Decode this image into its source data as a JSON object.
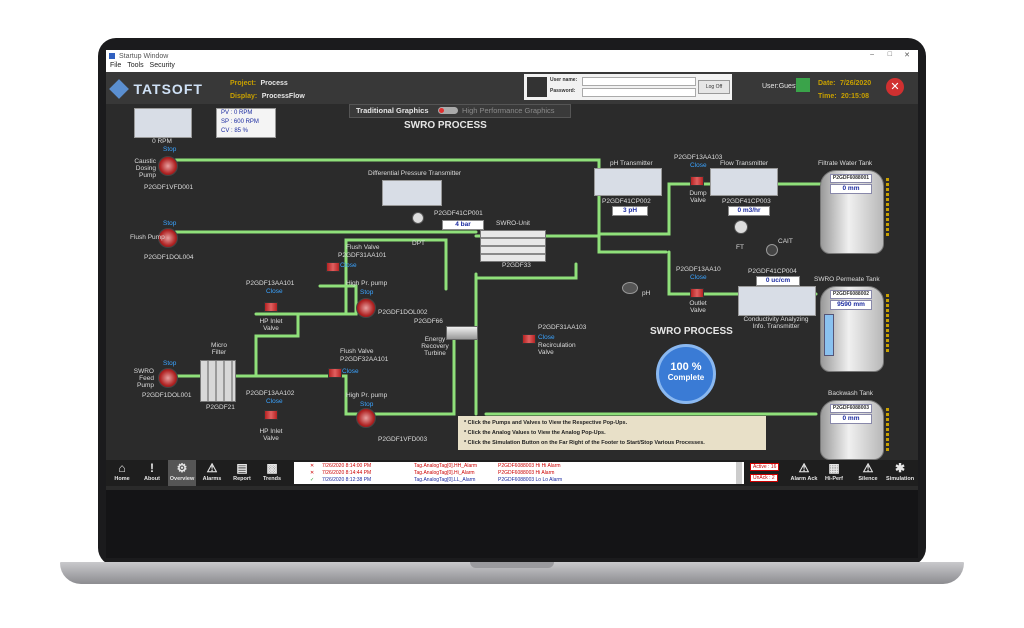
{
  "window": {
    "title": "Startup Window"
  },
  "menu": [
    "File",
    "Tools",
    "Security"
  ],
  "header": {
    "logo": "TATSOFT",
    "project_label": "Project:",
    "project_value": "Process",
    "display_label": "Display:",
    "display_value": "ProcessFlow",
    "user_name_label": "User name:",
    "password_label": "Password:",
    "logoff": "Log Off",
    "user": "User:Guest",
    "date_label": "Date:",
    "date_value": "7/26/2020",
    "time_label": "Time:",
    "time_value": "20:15:08"
  },
  "readout": {
    "rpm": "0 RPM",
    "pv": "PV : 0 RPM",
    "sp": "SP : 600 RPM",
    "cv": "CV : 85 %"
  },
  "toggle": {
    "left": "Traditional Graphics",
    "right": "High Performance Graphics"
  },
  "titles": {
    "process": "SWRO PROCESS",
    "process2": "SWRO PROCESS"
  },
  "pumps": {
    "caustic": {
      "status": "Stop",
      "name": "Caustic Dosing Pump",
      "tag": "P2GDF1VFD001"
    },
    "flush": {
      "status": "Stop",
      "name": "Flush Pump",
      "tag": "P2GDF1DOL004"
    },
    "feed": {
      "status": "Stop",
      "name": "SWRO Feed Pump",
      "tag": "P2GDF1DOL001"
    },
    "hp1": {
      "status": "Stop",
      "name": "High Pr. pump",
      "tag": "P2GDF1DOL002"
    },
    "hp2": {
      "status": "Stop",
      "name": "High Pr. pump",
      "tag": "P2GDF1VFD003"
    }
  },
  "valves": {
    "flush1": {
      "name": "Flush Valve",
      "tag": "P2GDF31AA101",
      "status": "Close"
    },
    "flush2": {
      "name": "Flush Valve",
      "tag": "P2GDF32AA101",
      "status": "Close"
    },
    "hpin1": {
      "name": "HP Inlet Valve",
      "tag": "P2GDF13AA101",
      "status": "Close"
    },
    "hpin2": {
      "name": "HP Inlet Valve",
      "tag": "P2GDF13AA102",
      "status": "Close"
    },
    "recirc": {
      "name": "Recirculation Valve",
      "tag": "P2GDF31AA103",
      "status": "Close"
    },
    "dump": {
      "name": "Dump Valve",
      "tag": "P2GDF13AA103",
      "status": "Close"
    },
    "outlet": {
      "name": "Outlet Valve",
      "tag": "P2GDF13AA10",
      "status": "Close"
    }
  },
  "instruments": {
    "micro_filter": "Micro Filter",
    "micro_tag": "P2GDF21",
    "dpt_title": "Differential Pressure Transmitter",
    "dpt_tag": "P2GDF41CP001",
    "dpt_value": "4 bar",
    "dpt": "DPT",
    "swro_unit": "SWRO-Unit",
    "swro_tag": "P2GDF33",
    "erd_tag": "P2GDF66",
    "erd": "Energy Recovery Turbine",
    "ph_title": "pH Transmitter",
    "ph_tag": "P2GDF41CP002",
    "ph_value": "3 pH",
    "ph": "pH",
    "flow_title": "Flow Transmitter",
    "flow_tag": "P2GDF41CP003",
    "flow_value": "0 m3/hr",
    "ft": "FT",
    "cait": "CAIT",
    "cond_tag": "P2GDF41CP004",
    "cond_value": "0 uc/cm",
    "cond_title": "Conductivity Analyzing Info. Transmitter"
  },
  "tanks": {
    "filtrate": {
      "title": "Filtrate Water Tank",
      "tag": "P2GDF6088001",
      "value": "0 mm"
    },
    "permeate": {
      "title": "SWRO Permeate Tank",
      "tag": "P2GDF6088002",
      "value": "9590 mm"
    },
    "backwash": {
      "title": "Backwash Tank",
      "tag": "P2GDF6088003",
      "value": "0 mm"
    }
  },
  "complete": {
    "percent": "100 %",
    "label": "Complete",
    "progress": 100
  },
  "notes": [
    "* Click the Pumps and Valves to View the Respective Pop-Ups.",
    "* Click the Analog Values to View the Analog Pop-Ups.",
    "* Click the Simulation Button on the Far Right of the Footer to Start/Stop Various Processes."
  ],
  "footer": {
    "buttons": [
      "Home",
      "About",
      "Overview",
      "Alarms",
      "Report",
      "Trends"
    ],
    "right_buttons": [
      "Alarm Ack",
      "Hi-Perf",
      "Silence",
      "Simulation"
    ],
    "alarms": [
      {
        "time": "7/26/2020 8:14:00 PM",
        "tag": "Tag.AnalogTag[0].HH_Alarm",
        "msg": "P2GDF6088003 Hi Hi Alarm"
      },
      {
        "time": "7/26/2020 8:14:44 PM",
        "tag": "Tag.AnalogTag[0].Hi_Alarm",
        "msg": "P2GDF6088003 Hi Alarm"
      },
      {
        "time": "7/26/2020 8:12:38 PM",
        "tag": "Tag.AnalogTag[0].LL_Alarm",
        "msg": "P2GDF6088003 Lo Lo Alarm"
      }
    ],
    "active": "Active : 16",
    "unack": "UnAck : 2"
  },
  "colors": {
    "pipe": "#8fe07a",
    "accent": "#3aa3ff",
    "alarm": "#cc0000"
  }
}
